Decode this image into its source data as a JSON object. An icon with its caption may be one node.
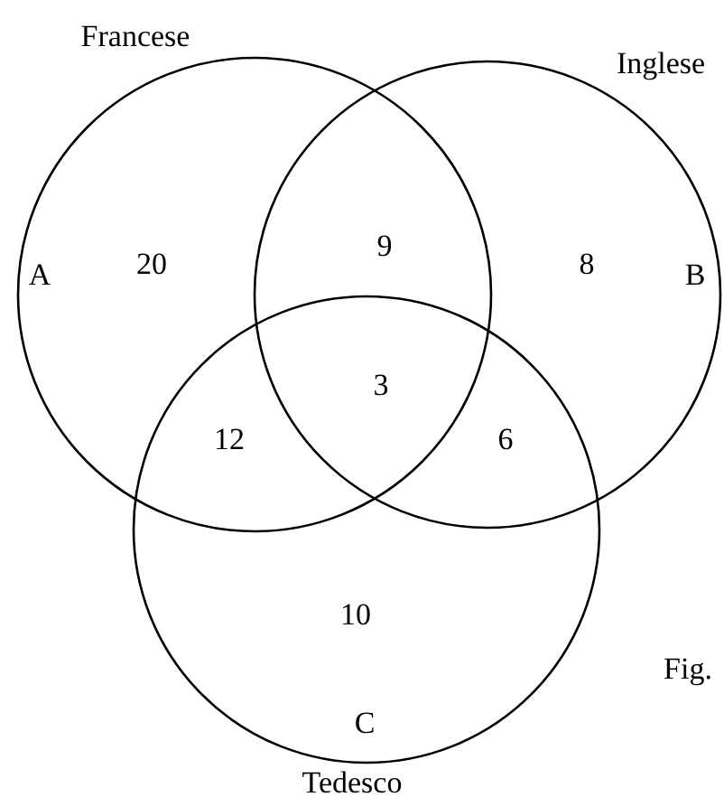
{
  "diagram": {
    "nodes": [
      {
        "text": [
          "Francese",
          "A"
        ]
      },
      {
        "text": [
          "Inglese",
          "B"
        ]
      },
      {
        "text": [
          "C",
          "Tedesco"
        ]
      }
    ],
    "edges": [],
    "labels": [
      "20",
      "9",
      "8",
      "12",
      "3",
      "6",
      "10",
      "Fig."
    ]
  }
}
